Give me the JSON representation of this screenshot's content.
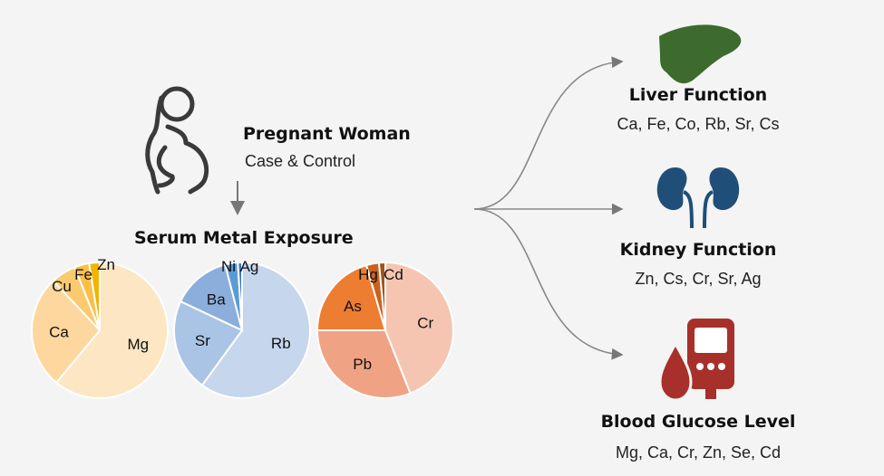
{
  "subject": {
    "title": "Pregnant Woman",
    "subtitle": "Case & Control"
  },
  "exposure": {
    "title": "Serum Metal Exposure"
  },
  "outcomes": [
    {
      "title": "Liver Function",
      "metals": "Ca, Fe, Co, Rb, Sr, Cs",
      "icon": "liver-icon",
      "color": "#3d6b2e"
    },
    {
      "title": "Kidney Function",
      "metals": "Zn, Cs, Cr, Sr, Ag",
      "icon": "kidney-icon",
      "color": "#1f4e79"
    },
    {
      "title": "Blood Glucose Level",
      "metals": "Mg, Ca, Cr, Zn, Se, Cd",
      "icon": "glucose-meter-icon",
      "color": "#a8302b"
    }
  ],
  "chart_data": [
    {
      "type": "pie",
      "name": "essential-metals",
      "labels": [
        "Mg",
        "Ca",
        "Cu",
        "Fe",
        "Zn"
      ],
      "values": [
        61,
        27,
        6,
        3.5,
        2.5
      ],
      "colors": [
        "#fde6c4",
        "#fdd79d",
        "#fcca6e",
        "#fbbf47",
        "#f4b300"
      ]
    },
    {
      "type": "pie",
      "name": "other-metals",
      "labels": [
        "Rb",
        "Sr",
        "Ba",
        "Ni",
        "Ag"
      ],
      "values": [
        60,
        22,
        14,
        3,
        1
      ],
      "colors": [
        "#c6d6ec",
        "#aac4e5",
        "#8caedc",
        "#5b9bd5",
        "#2f75c0"
      ]
    },
    {
      "type": "pie",
      "name": "toxic-metals",
      "labels": [
        "Cr",
        "Pb",
        "As",
        "Hg",
        "Cd"
      ],
      "values": [
        44,
        31,
        20.5,
        3,
        1.5
      ],
      "colors": [
        "#f5c5b1",
        "#f0a384",
        "#ed7d31",
        "#c9621f",
        "#a0521b"
      ]
    }
  ]
}
